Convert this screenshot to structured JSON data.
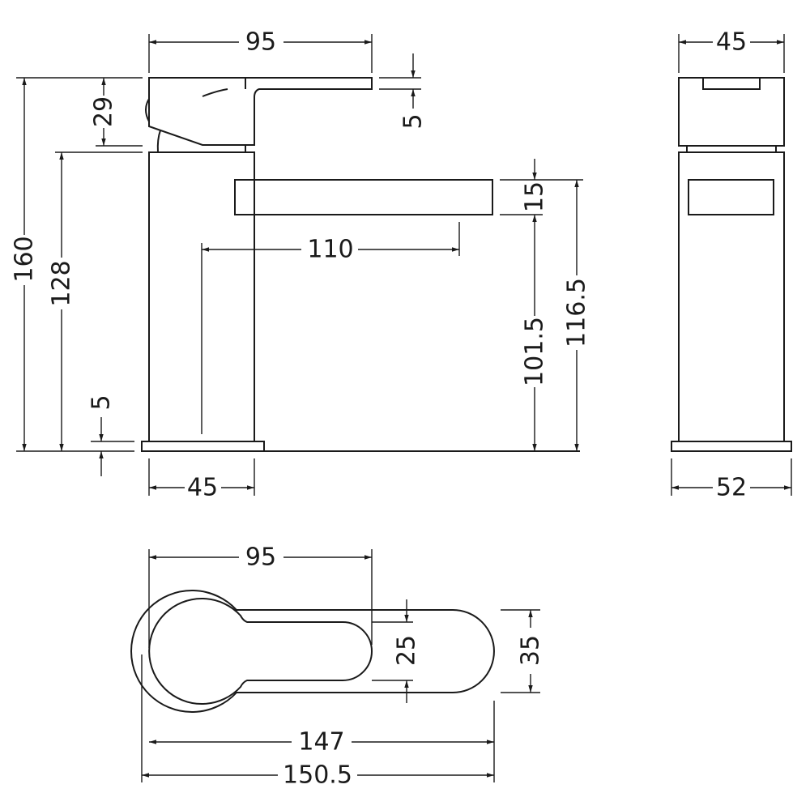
{
  "drawing": {
    "title": "Basin mixer tap technical drawing",
    "line_color": "#1a1a1a",
    "front_view": {
      "dims": {
        "lever_length": "95",
        "lever_thickness": "5",
        "lever_height": "29",
        "overall_height": "160",
        "body_height": "128",
        "base_thickness": "5",
        "body_width": "45",
        "spout_projection": "110",
        "spout_height": "15",
        "spout_clearance": "101.5",
        "spout_top_height": "116.5"
      }
    },
    "side_view": {
      "dims": {
        "body_depth": "45",
        "base_depth": "52"
      }
    },
    "plan_view": {
      "dims": {
        "lever_length": "95",
        "lever_width": "25",
        "spout_width": "35",
        "spout_length": "147",
        "overall_length": "150.5"
      }
    }
  }
}
